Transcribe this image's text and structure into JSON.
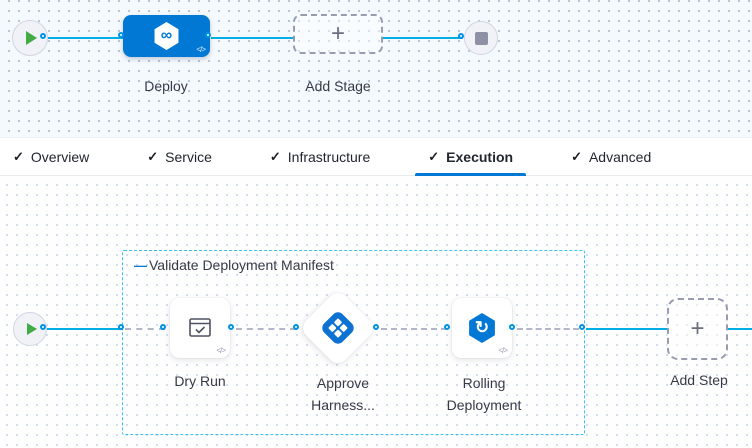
{
  "stage_canvas": {
    "deploy": {
      "label": "Deploy",
      "icon_glyph": "∞",
      "code_glyph": "</>"
    },
    "add_stage": {
      "label": "Add Stage",
      "plus_glyph": "+"
    }
  },
  "tabs": {
    "check_glyph": "✓",
    "items": [
      {
        "label": "Overview"
      },
      {
        "label": "Service"
      },
      {
        "label": "Infrastructure"
      },
      {
        "label": "Execution"
      },
      {
        "label": "Advanced"
      }
    ],
    "active_tab": "Execution"
  },
  "execution_canvas": {
    "group": {
      "label": "Validate Deployment Manifest",
      "collapse_glyph": "—"
    },
    "steps": [
      {
        "label": "Dry Run",
        "code_glyph": "</>"
      },
      {
        "label": "Approve Harness..."
      },
      {
        "label": "Rolling Deployment",
        "icon_glyph": "↻",
        "code_glyph": "</>"
      }
    ],
    "add_step": {
      "label": "Add Step",
      "plus_glyph": "+"
    }
  },
  "colors": {
    "accent_blue": "#0278d5",
    "connector_cyan": "#00ade4",
    "group_border_cyan": "#38c3f0",
    "play_green": "#42ab45"
  }
}
